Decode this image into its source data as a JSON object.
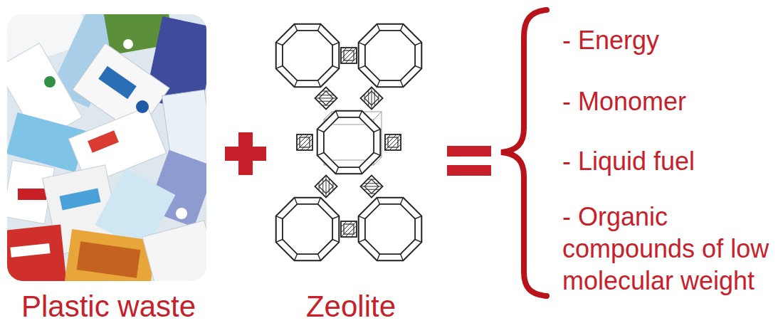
{
  "diagram": {
    "nodes": [
      {
        "text": [
          "Plastic waste"
        ]
      },
      {
        "text": [
          "Zeolite"
        ]
      }
    ],
    "labels": [
      "- Energy",
      "- Monomer",
      "- Liquid fuel",
      "- Organic compounds of low molecular weight"
    ]
  }
}
